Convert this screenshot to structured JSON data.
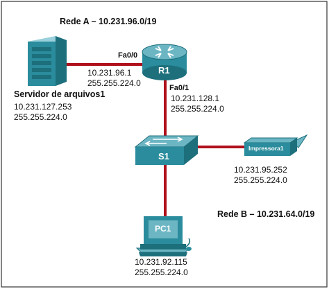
{
  "network_a": {
    "title": "Rede A – 10.231.96.0/19"
  },
  "network_b": {
    "title": "Rede B – 10.231.64.0/19"
  },
  "router": {
    "name": "R1",
    "fa00": {
      "label": "Fa0/0",
      "ip": "10.231.96.1",
      "mask": "255.255.224.0"
    },
    "fa01": {
      "label": "Fa0/1",
      "ip": "10.231.128.1",
      "mask": "255.255.224.0"
    }
  },
  "server": {
    "name": "Servidor de arquivos1",
    "ip": "10.231.127.253",
    "mask": "255.255.224.0"
  },
  "switch": {
    "name": "S1"
  },
  "printer": {
    "name": "Impressora1",
    "ip": "10.231.95.252",
    "mask": "255.255.224.0"
  },
  "pc": {
    "name": "PC1",
    "ip": "10.231.92.115",
    "mask": "255.255.224.0"
  },
  "colors": {
    "link": "#b0101c",
    "device": "#2a8c9c",
    "device_dark": "#1d6f7c",
    "border": "#222222"
  }
}
